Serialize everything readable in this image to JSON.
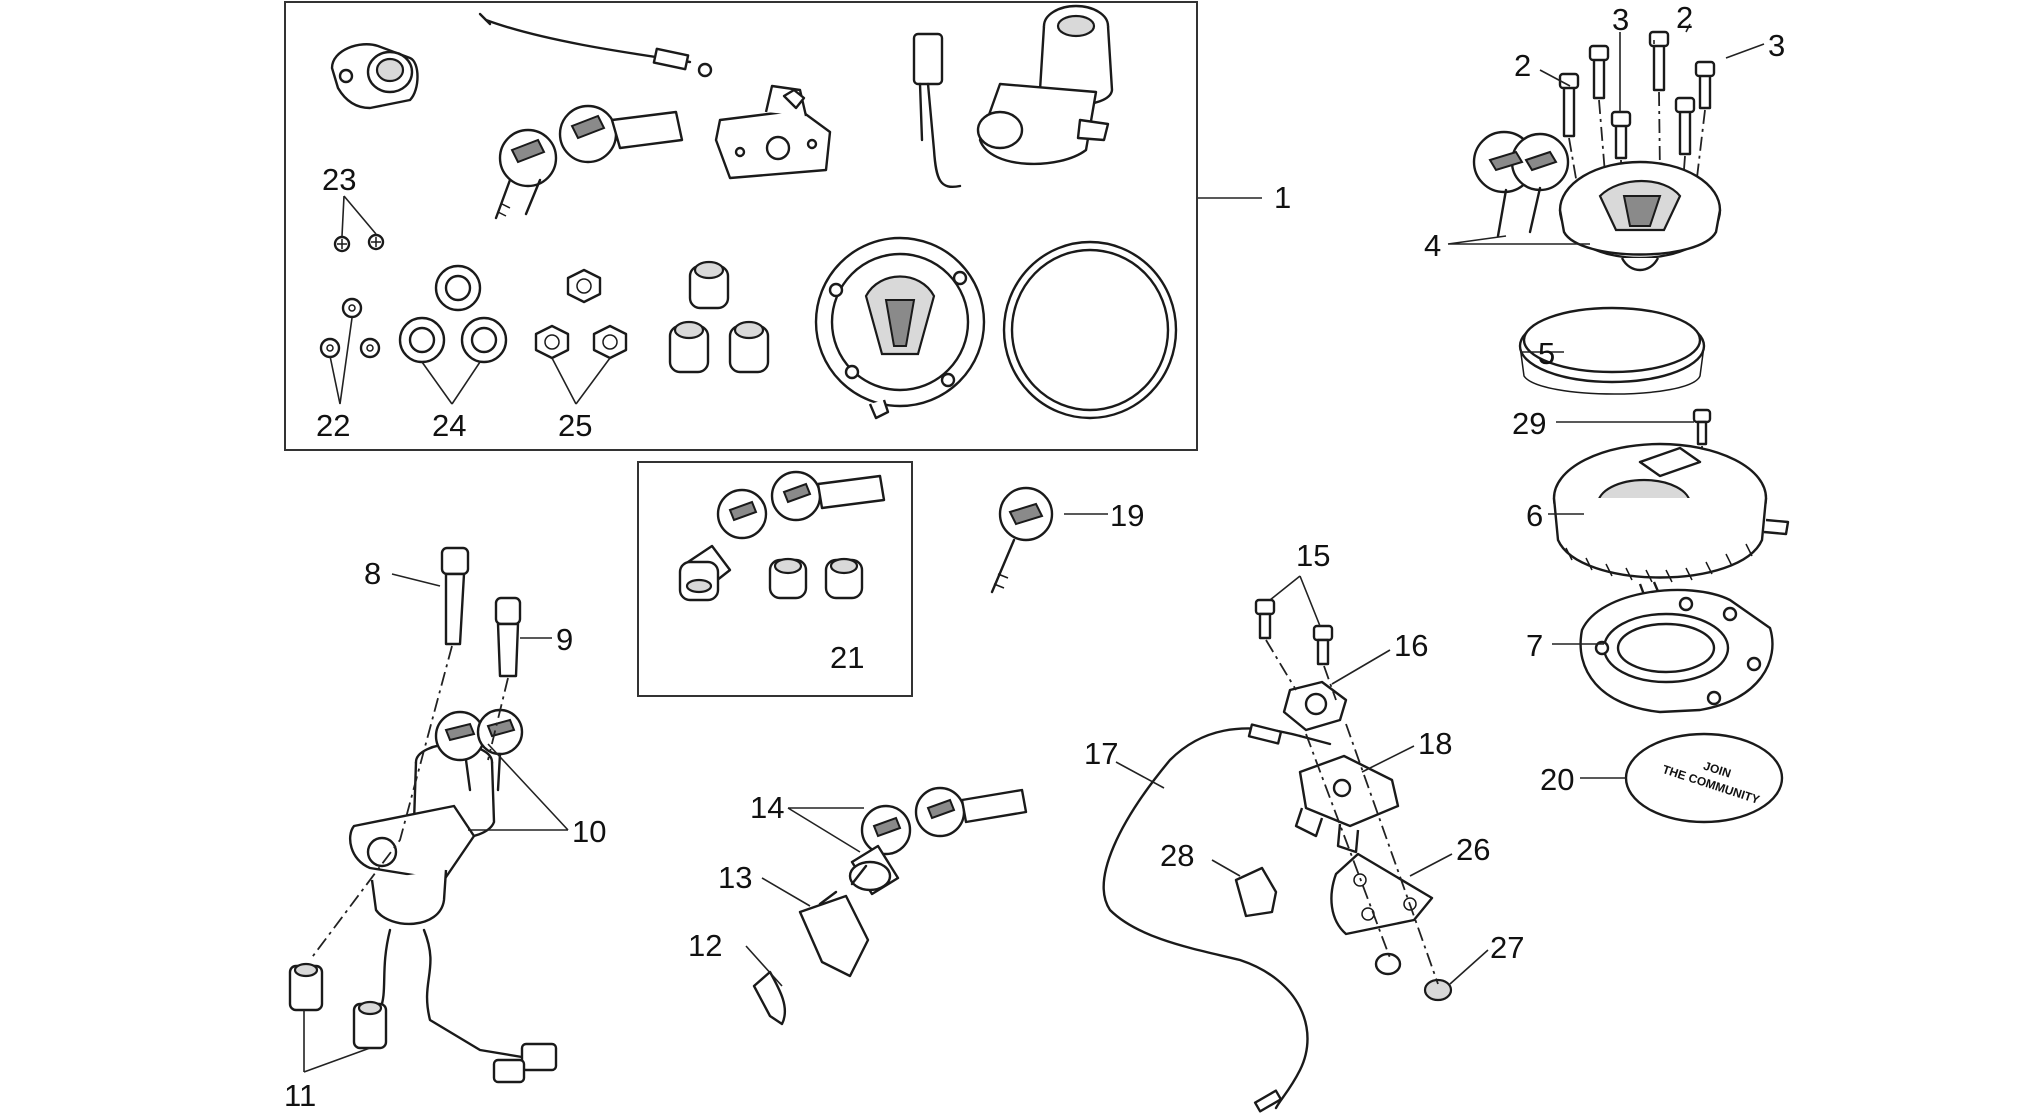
{
  "callouts": {
    "c1": "1",
    "c2a": "2",
    "c2b": "2",
    "c3a": "3",
    "c3b": "3",
    "c4": "4",
    "c5": "5",
    "c6": "6",
    "c7": "7",
    "c8": "8",
    "c9": "9",
    "c10": "10",
    "c11": "11",
    "c12": "12",
    "c13": "13",
    "c14": "14",
    "c15": "15",
    "c16": "16",
    "c17": "17",
    "c18": "18",
    "c19": "19",
    "c20": "20",
    "c21": "21",
    "c22": "22",
    "c23": "23",
    "c24": "24",
    "c25": "25",
    "c26": "26",
    "c27": "27",
    "c28": "28",
    "c29": "29"
  },
  "sticker": {
    "line1": "JOIN",
    "line2": "THE COMMUNITY"
  }
}
